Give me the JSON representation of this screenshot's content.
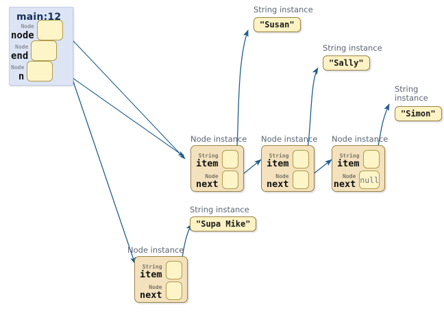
{
  "diagram": {
    "title": "main:12",
    "type_label_node": "Node",
    "type_label_string": "String",
    "node_instance_label": "Node instance",
    "string_instance_label": "String instance",
    "string_instance_label_wrapped": "String\ninstance",
    "item_field": "item",
    "next_field": "next",
    "null_value": "null",
    "colors": {
      "frame_fill": "#dde4f4",
      "frame_border": "#c3cde6",
      "object_fill": "#f3e2bd",
      "object_border": "#9b8245",
      "slot_fill": "#fdf5c8",
      "slot_border": "#b09a4a",
      "arrow": "#1f5c8b",
      "title_text": "#16325c",
      "label_text": "#5a6472"
    }
  },
  "frame": {
    "title": "main:12",
    "variables": [
      {
        "type": "Node",
        "name": "node"
      },
      {
        "type": "Node",
        "name": "end"
      },
      {
        "type": "Node",
        "name": "n"
      }
    ]
  },
  "nodes": [
    {
      "label": "Node instance",
      "item_type": "String",
      "item_name": "item",
      "next_type": "Node",
      "next_name": "next",
      "item_value": "",
      "next_value": ""
    },
    {
      "label": "Node instance",
      "item_type": "String",
      "item_name": "item",
      "next_type": "Node",
      "next_name": "next",
      "item_value": "",
      "next_value": ""
    },
    {
      "label": "Node instance",
      "item_type": "String",
      "item_name": "item",
      "next_type": "Node",
      "next_name": "next",
      "item_value": "",
      "next_value": "null"
    },
    {
      "label": "Node instance",
      "item_type": "String",
      "item_name": "item",
      "next_type": "Node",
      "next_name": "next",
      "item_value": "",
      "next_value": ""
    }
  ],
  "strings": [
    {
      "label": "String instance",
      "value": "\"Susan\""
    },
    {
      "label": "String instance",
      "value": "\"Sally\""
    },
    {
      "label": "String\ninstance",
      "value": "\"Simon\""
    },
    {
      "label": "String instance",
      "value": "\"Supa Mike\""
    }
  ]
}
